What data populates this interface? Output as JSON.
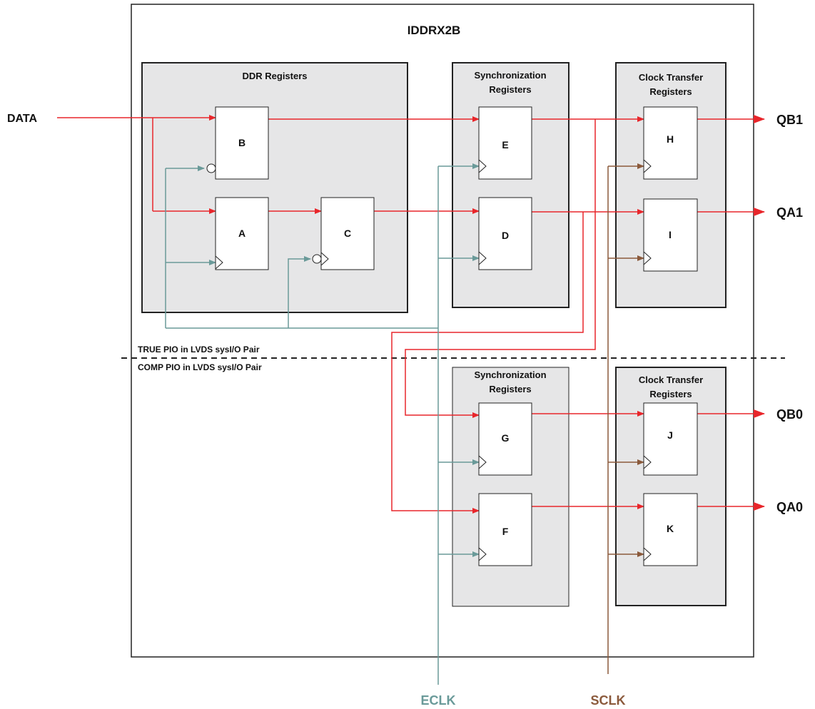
{
  "block": {
    "title": "IDDRX2B"
  },
  "groups": {
    "ddr": {
      "title": "DDR Registers"
    },
    "sync_top": {
      "title_line1": "Synchronization",
      "title_line2": "Registers"
    },
    "ct_top": {
      "title_line1": "Clock Transfer",
      "title_line2": "Registers"
    },
    "sync_bot": {
      "title_line1": "Synchronization",
      "title_line2": "Registers"
    },
    "ct_bot": {
      "title_line1": "Clock Transfer",
      "title_line2": "Registers"
    }
  },
  "registers": {
    "A": "A",
    "B": "B",
    "C": "C",
    "D": "D",
    "E": "E",
    "F": "F",
    "G": "G",
    "H": "H",
    "I": "I",
    "J": "J",
    "K": "K"
  },
  "inputs": {
    "data": "DATA"
  },
  "outputs": {
    "qb1": "QB1",
    "qa1": "QA1",
    "qb0": "QB0",
    "qa0": "QA0"
  },
  "clocks": {
    "eclk": "ECLK",
    "sclk": "SCLK"
  },
  "sections": {
    "true_pio": "TRUE PIO in LVDS sysI/O Pair",
    "comp_pio": "COMP PIO in LVDS sysI/O Pair"
  },
  "colors": {
    "data_wire": "#e8262b",
    "eclk_wire": "#6a9a99",
    "sclk_wire": "#8b5a3c",
    "group_fill": "#e6e6e7",
    "eclk_label": "#6a9a99",
    "sclk_label": "#8b5a3c"
  }
}
